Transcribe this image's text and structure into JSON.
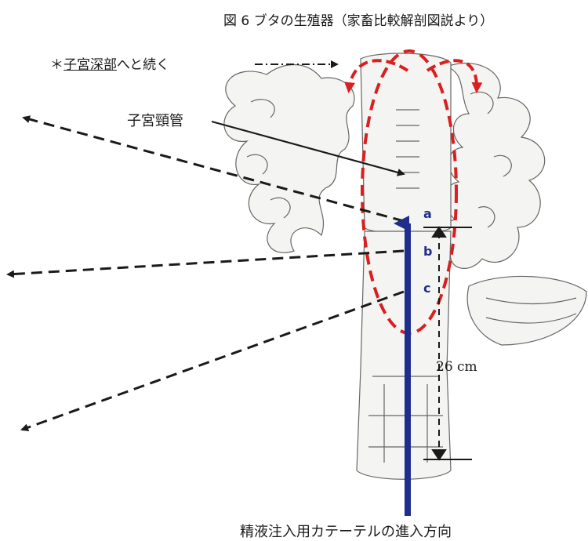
{
  "title": "図 6 ブタの生殖器（家畜比較解剖図説より）",
  "note": {
    "prefix": "＊",
    "underlined": "子宮深部",
    "suffix": "へと続く"
  },
  "cervix_label": "子宮頸管",
  "points": {
    "a": "a",
    "b": "b",
    "c": "c"
  },
  "distance_label": "26 cm",
  "caption": "精液注入用カテーテルの進入方向",
  "colors": {
    "red_marks": "#d91f1f",
    "catheter": "#1f2d8c",
    "arrows": "#1a1a1a"
  }
}
